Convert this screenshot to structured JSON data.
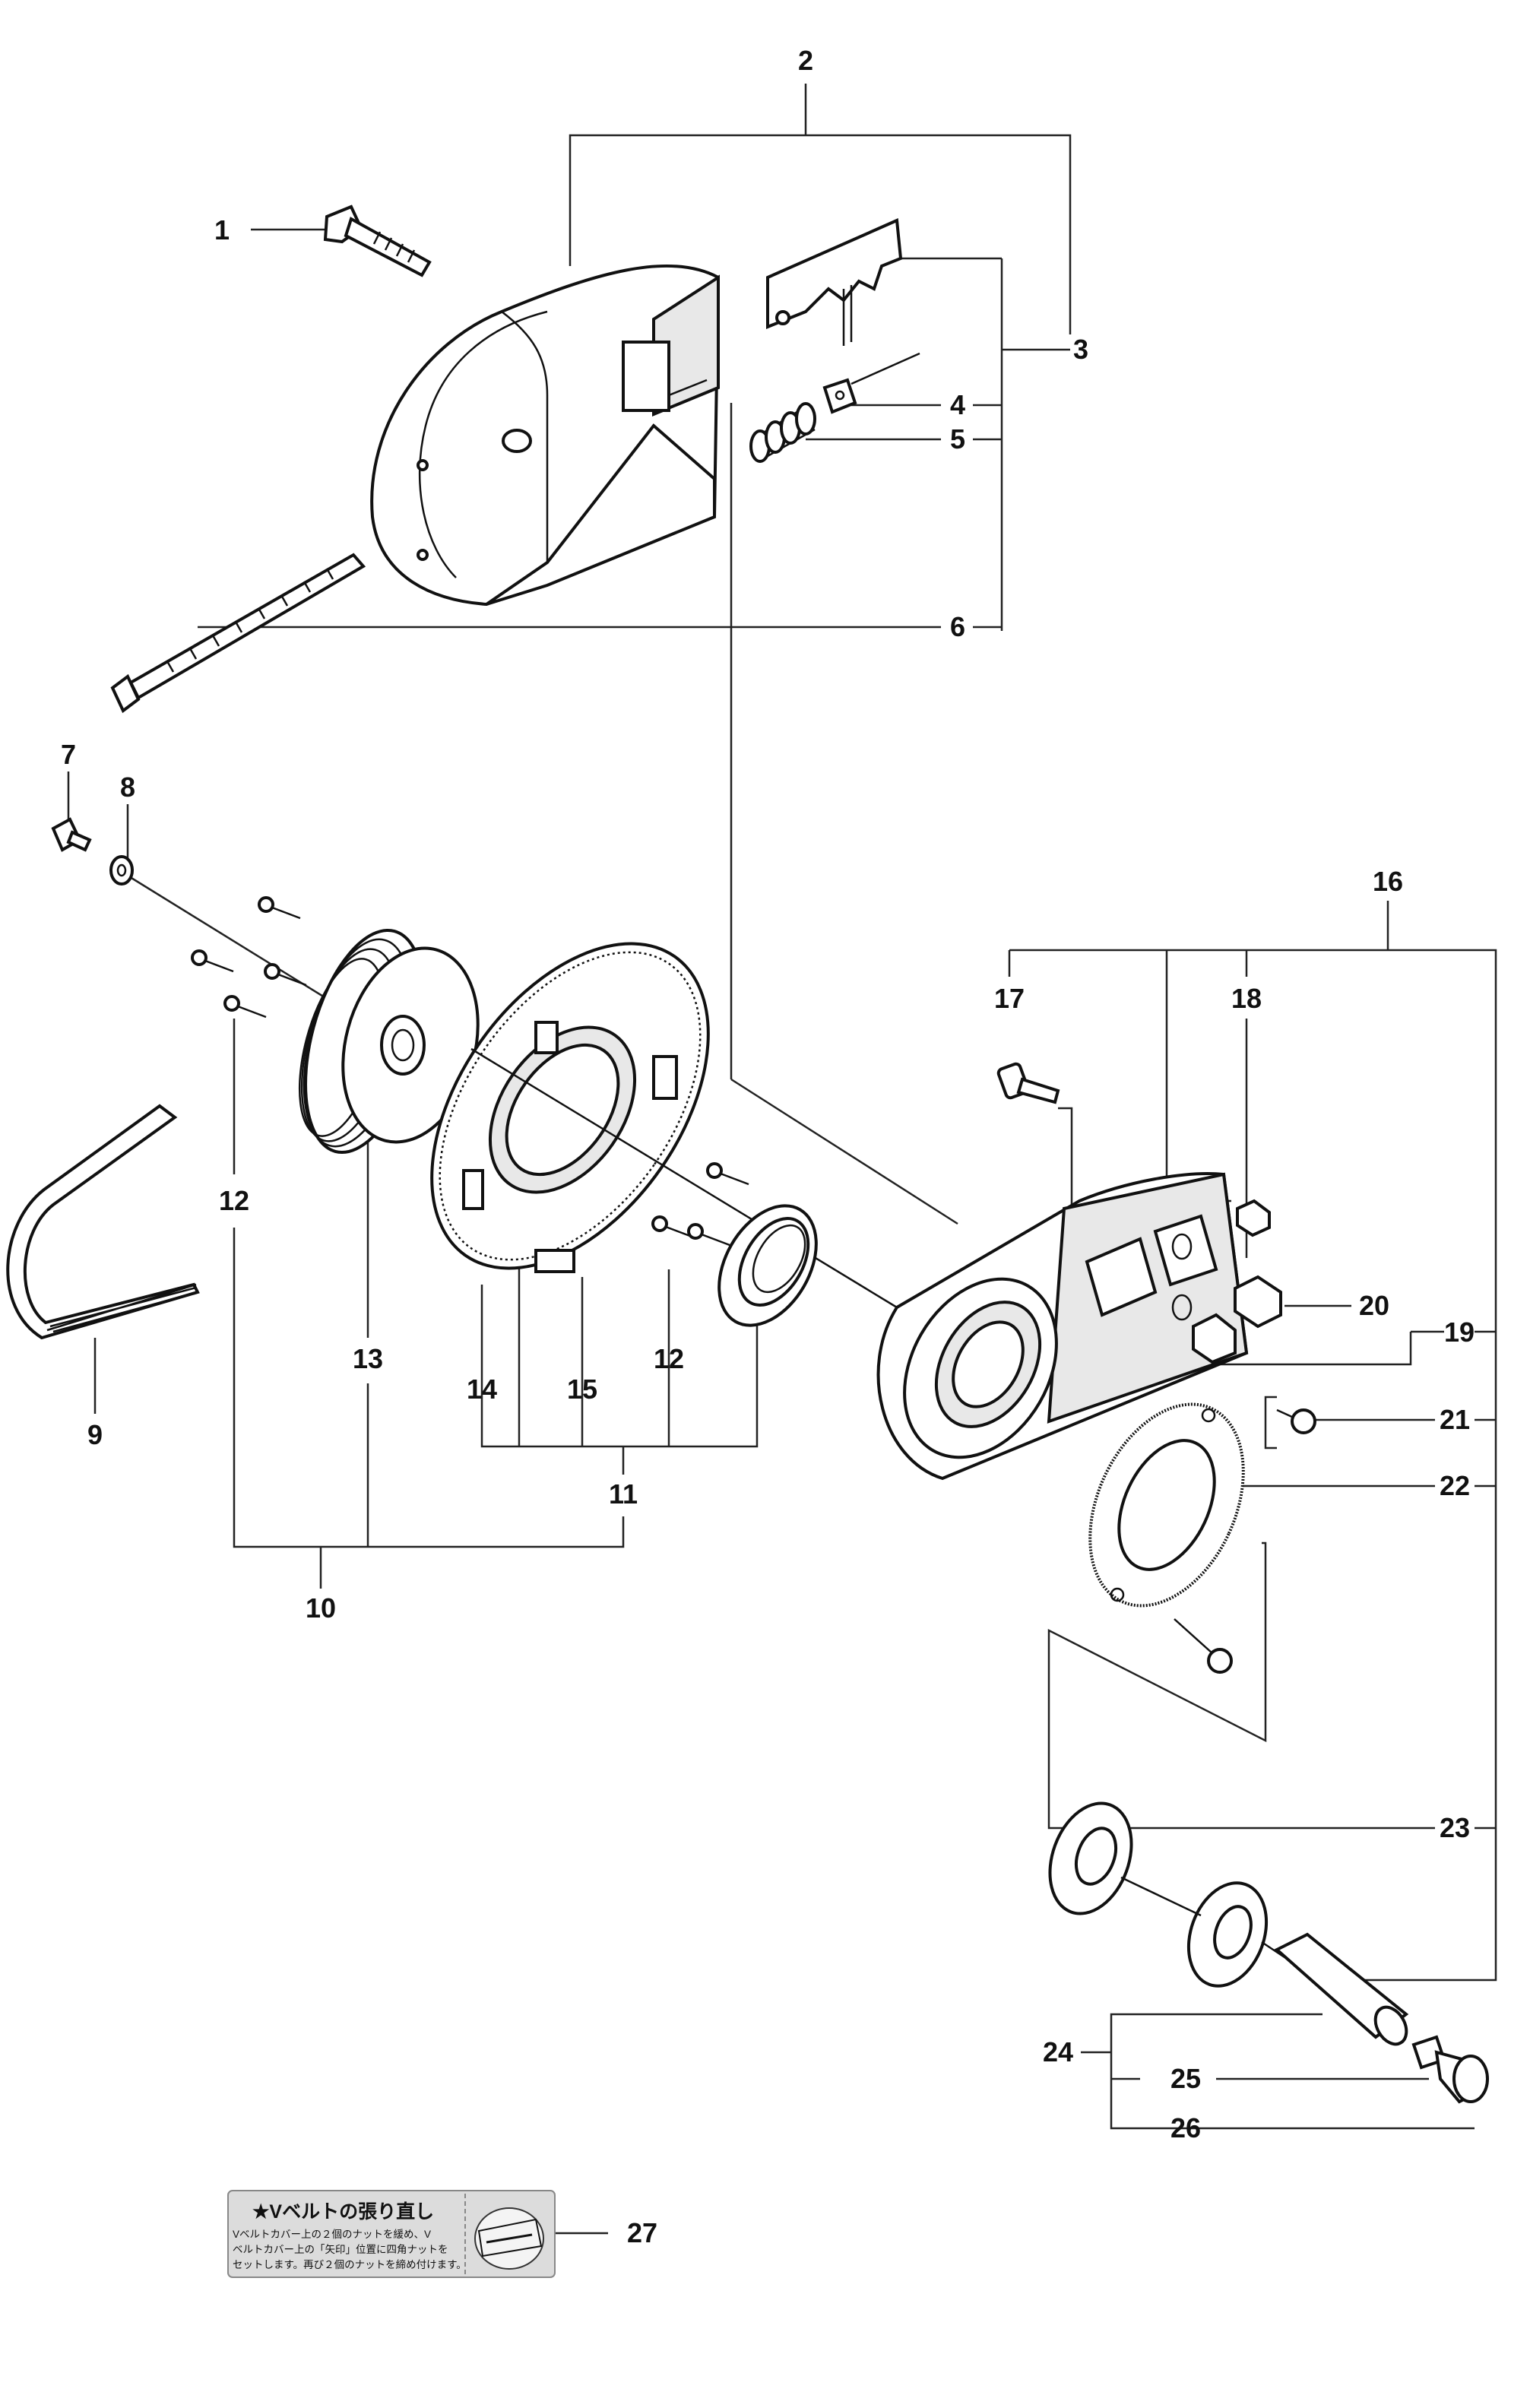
{
  "callouts": [
    "1",
    "2",
    "3",
    "4",
    "5",
    "6",
    "7",
    "8",
    "9",
    "10",
    "11",
    "12",
    "12",
    "13",
    "14",
    "15",
    "16",
    "17",
    "18",
    "19",
    "20",
    "21",
    "22",
    "23",
    "24",
    "25",
    "26",
    "27"
  ],
  "label_sticker": {
    "title": "★Vベルトの張り直し",
    "line1": "Vベルトカバー上の２個のナットを緩め、V",
    "line2": "ベルトカバー上の「矢印」位置に四角ナットを",
    "line3": "セットします。再び２個のナットを締め付けます。"
  }
}
